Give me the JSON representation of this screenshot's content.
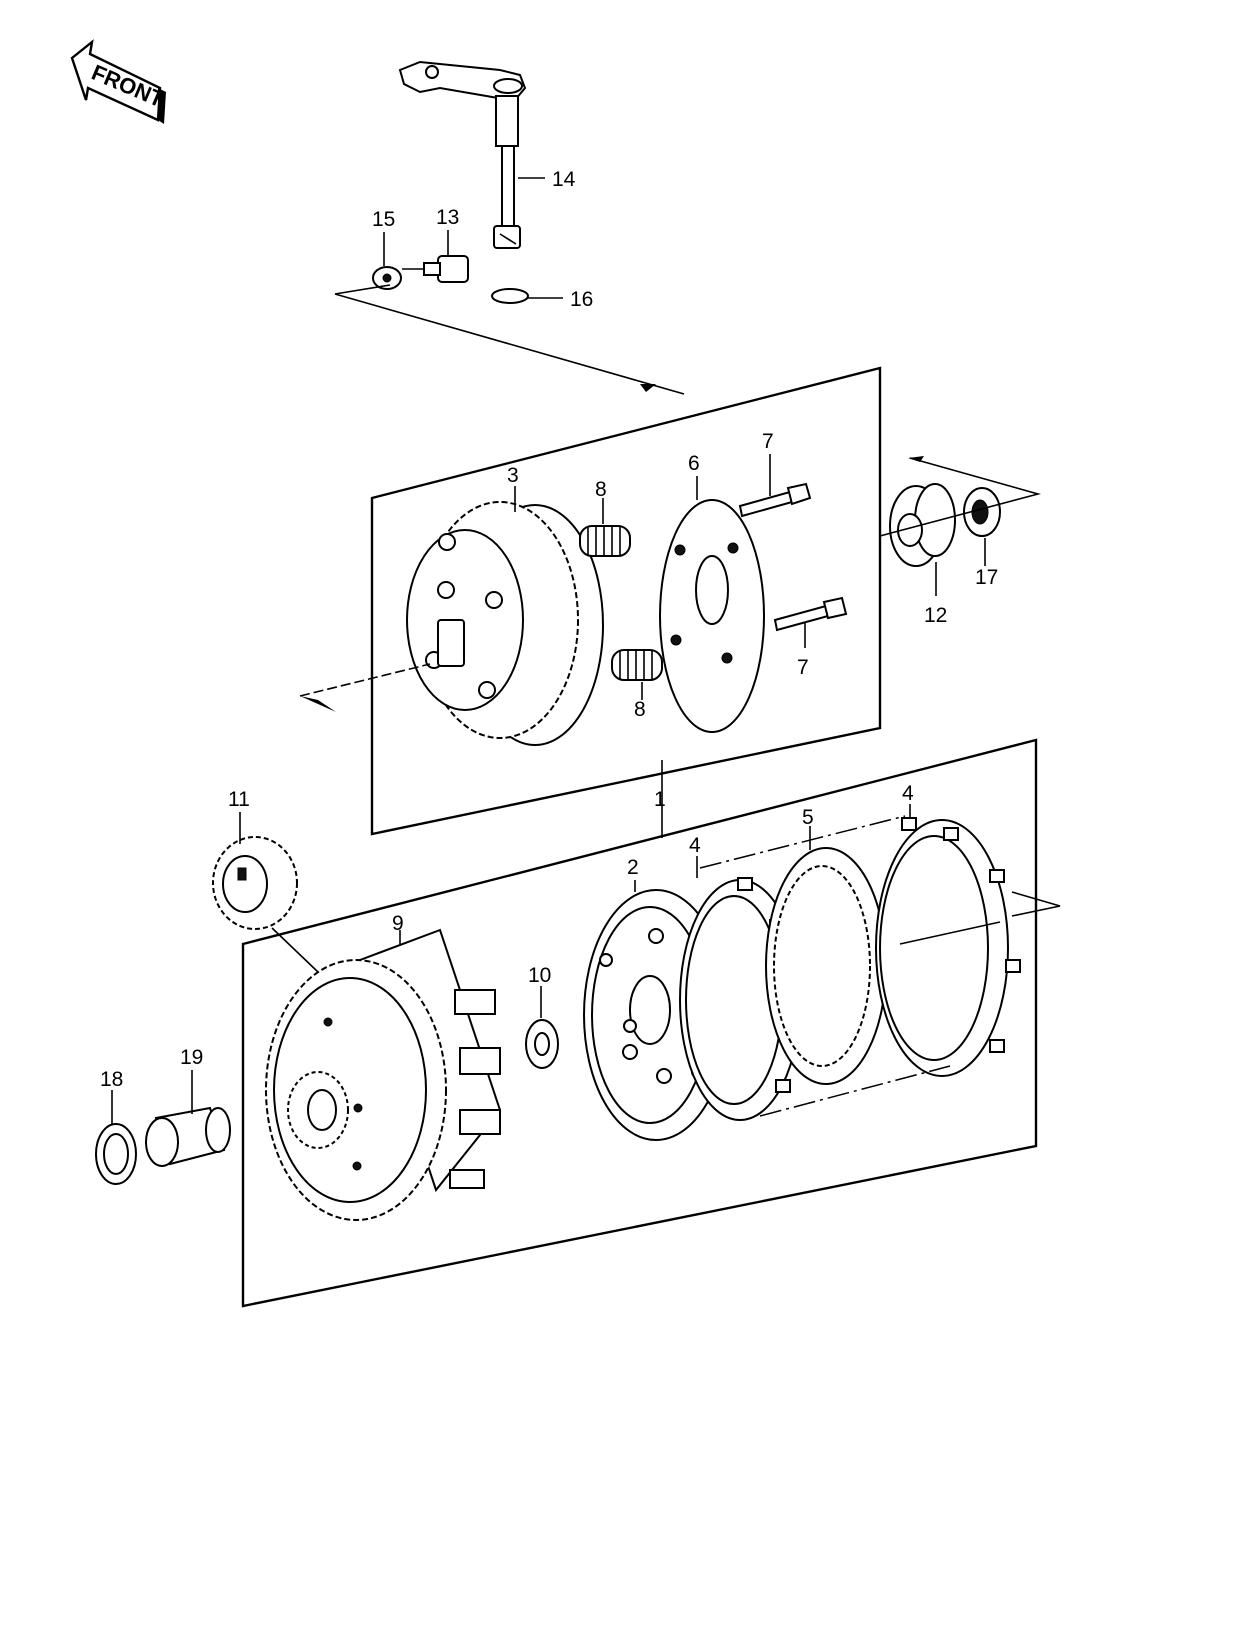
{
  "front_arrow": {
    "label": "FRONT"
  },
  "callouts": {
    "c1": "1",
    "c2": "2",
    "c3": "3",
    "c4a": "4",
    "c4b": "4",
    "c5": "5",
    "c6": "6",
    "c7a": "7",
    "c7b": "7",
    "c8a": "8",
    "c8b": "8",
    "c9": "9",
    "c10": "10",
    "c11": "11",
    "c12": "12",
    "c13": "13",
    "c14": "14",
    "c15": "15",
    "c16": "16",
    "c17": "17",
    "c18": "18",
    "c19": "19"
  }
}
